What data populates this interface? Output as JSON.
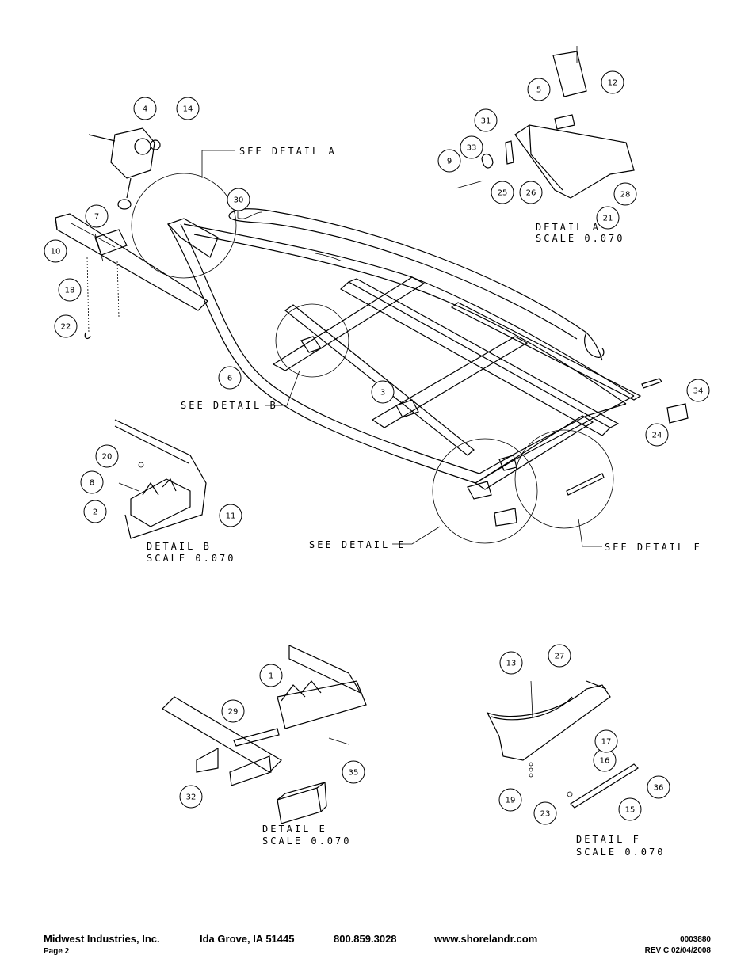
{
  "callouts": [
    "1",
    "2",
    "3",
    "4",
    "5",
    "6",
    "7",
    "8",
    "9",
    "10",
    "11",
    "12",
    "13",
    "14",
    "15",
    "16",
    "17",
    "18",
    "19",
    "20",
    "21",
    "22",
    "23",
    "24",
    "25",
    "26",
    "27",
    "28",
    "29",
    "30",
    "31",
    "32",
    "33",
    "34",
    "35",
    "36"
  ],
  "detail_labels": {
    "see_a": "SEE DETAIL A",
    "see_b": "SEE DETAIL B",
    "see_e": "SEE DETAIL E",
    "see_f": "SEE DETAIL F",
    "detail_a": "DETAIL A",
    "detail_b": "DETAIL B",
    "detail_e": "DETAIL E",
    "detail_f": "DETAIL F",
    "scale": "SCALE 0.070"
  },
  "footer": {
    "company": "Midwest Industries, Inc.",
    "city": "Ida Grove, IA  51445",
    "phone": "800.859.3028",
    "website": "www.shorelandr.com",
    "page": "Page 2",
    "doc_number": "0003880",
    "revision": "REV C  02/04/2008"
  }
}
